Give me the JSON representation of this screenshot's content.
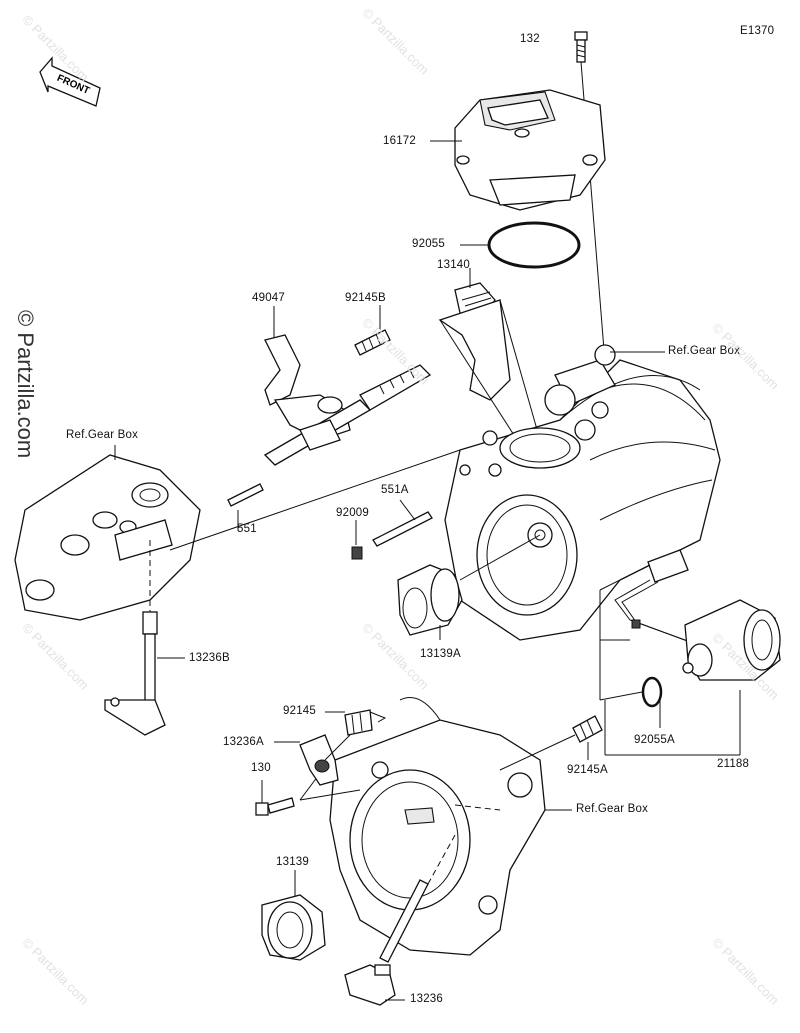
{
  "diagram_id": "E1370",
  "front_label": "FRONT",
  "watermark": "© Partzilla.com",
  "labels": {
    "p132": "132",
    "p16172": "16172",
    "p92055": "92055",
    "p13140": "13140",
    "p49047": "49047",
    "p92145B": "92145B",
    "ref_gear_box_1": "Ref.Gear Box",
    "ref_gear_box_2": "Ref.Gear Box",
    "ref_gear_box_3": "Ref.Gear Box",
    "p551A": "551A",
    "p92009": "92009",
    "p551": "551",
    "p13139A": "13139A",
    "p13236B": "13236B",
    "p92145": "92145",
    "p13236A": "13236A",
    "p130": "130",
    "p92055A": "92055A",
    "p92145A": "92145A",
    "p21188": "21188",
    "p13139": "13139",
    "p13236": "13236"
  }
}
